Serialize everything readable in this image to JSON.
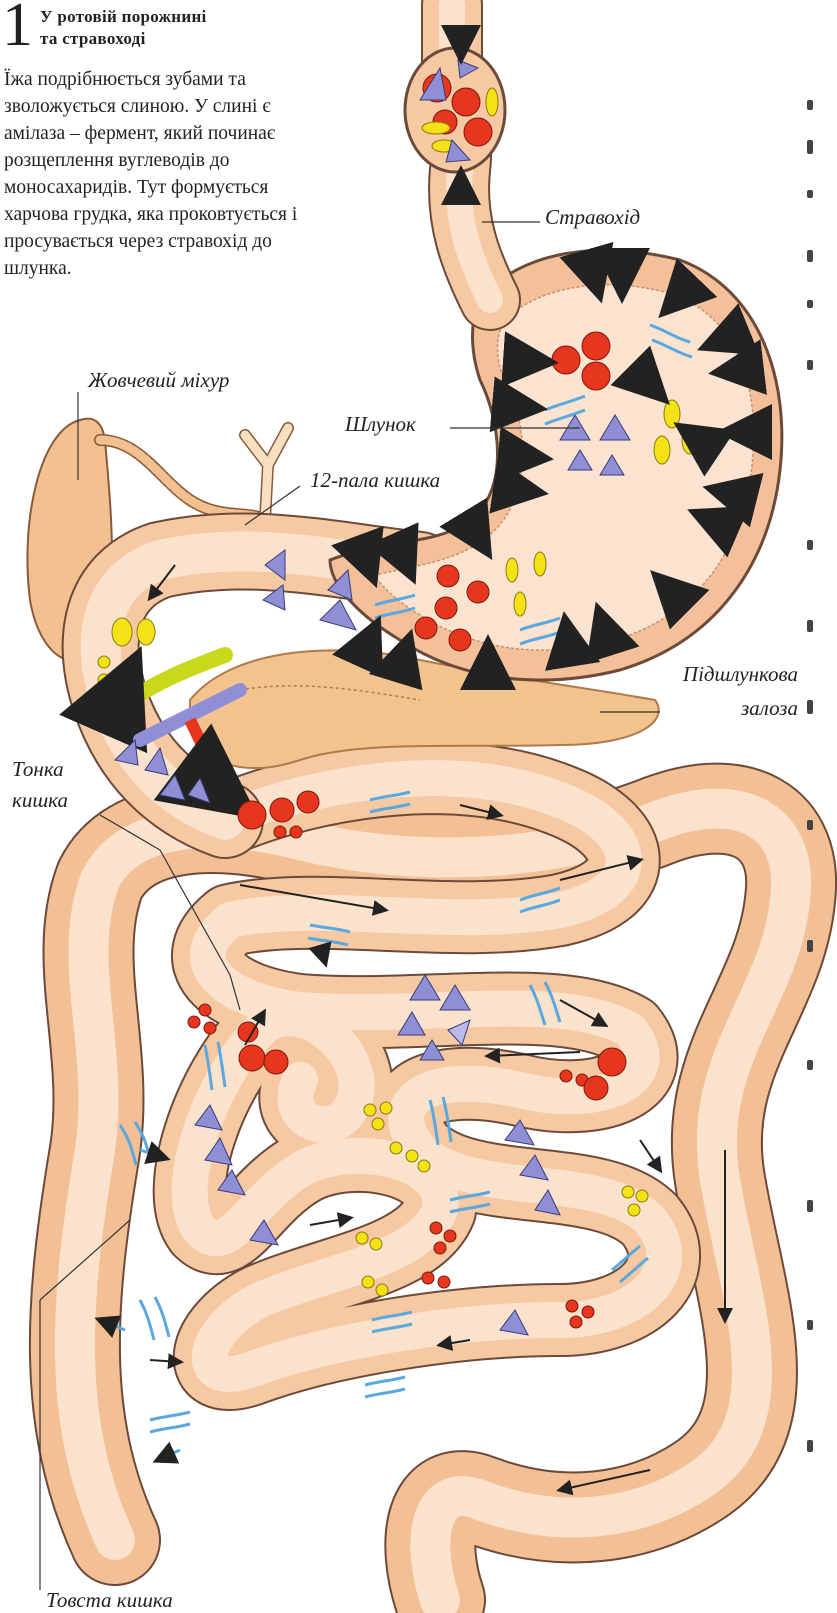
{
  "header": {
    "number": "1",
    "title_line1": "У ротовій порожнині",
    "title_line2": "та стравоході"
  },
  "intro_text": "Їжа подрібнюється зубами та зволожується слиною. У слині є амілаза – фермент, який починає розщеплення вуглеводів до моносахаридів. Тут формується харчова грудка, яка проковтується і просувається через стравохід до шлунка.",
  "labels": {
    "esophagus": "Стравохід",
    "gallbladder": "Жовчевий міхур",
    "stomach": "Шлунок",
    "duodenum": "12-пала кишка",
    "pancreas_line1": "Підшлункова",
    "pancreas_line2": "залоза",
    "small_intestine_line1": "Тонка",
    "small_intestine_line2": "кишка",
    "large_intestine": "Товста кишка"
  },
  "colors": {
    "tissue": "#f6c9a2",
    "tissue_dark": "#e8a87c",
    "lumen": "#fbe2cc",
    "outline": "#6b4a3a",
    "nutrient_red": "#e8361e",
    "nutrient_yellow": "#f5e216",
    "nutrient_violet": "#8f8fd6",
    "water_blue": "#5aa8e0",
    "enzyme_purple": "#8a2a8a",
    "enzyme_yellow": "#f0d21a",
    "enzyme_green": "#5aa83a",
    "pancreas": "#f3c38f",
    "bile": "#c8d81a"
  }
}
